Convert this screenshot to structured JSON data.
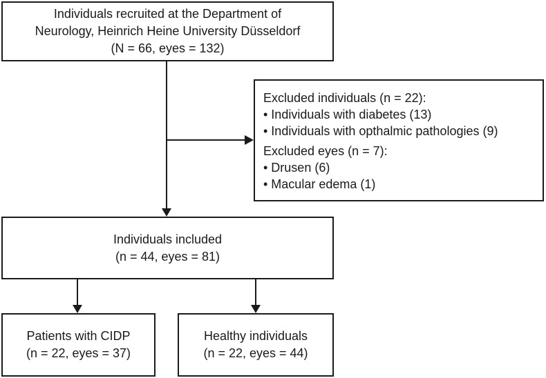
{
  "colors": {
    "border": "#1a1a1a",
    "text": "#1a1a1a",
    "background": "#ffffff"
  },
  "boxes": {
    "recruited": {
      "lines": [
        "Individuals recruited at the Department of",
        "Neurology, Heinrich Heine University Düsseldorf",
        "(N = 66, eyes = 132)"
      ]
    },
    "excluded": {
      "lines": [
        "Excluded individuals (n = 22):",
        "• Individuals with diabetes (13)",
        "• Individuals with opthalmic pathologies (9)",
        "Excluded eyes (n = 7):",
        "• Drusen (6)",
        "• Macular edema (1)"
      ]
    },
    "included": {
      "lines": [
        "Individuals included",
        "(n = 44, eyes = 81)"
      ]
    },
    "cidp": {
      "lines": [
        "Patients with CIDP",
        "(n = 22, eyes = 37)"
      ]
    },
    "healthy": {
      "lines": [
        "Healthy individuals",
        "(n = 22, eyes = 44)"
      ]
    }
  }
}
